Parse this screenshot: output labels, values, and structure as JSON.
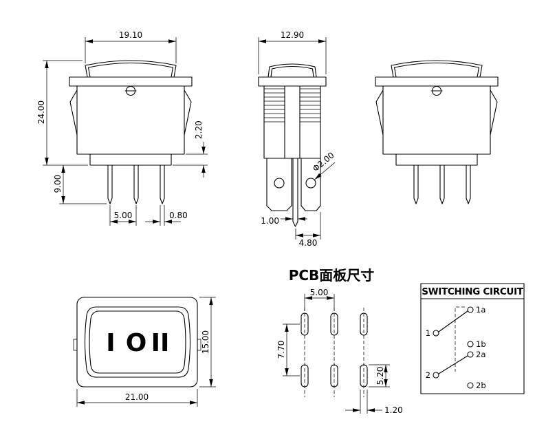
{
  "front_view": {
    "dim_rocker_width": "19.10",
    "dim_body_height": "24.00",
    "dim_pin_length": "9.00",
    "dim_step_height": "2.20",
    "dim_pin_pitch": "5.00",
    "dim_pin_thickness": "0.80"
  },
  "side_view": {
    "dim_width": "12.90",
    "dim_hole_diameter": "Φ2.00",
    "dim_pin_width": "1.00",
    "dim_pin_to_edge": "4.80"
  },
  "face_view": {
    "dim_width": "21.00",
    "dim_height": "15.00",
    "marking_left": "I",
    "marking_center": "O",
    "marking_right": "II"
  },
  "pcb_view": {
    "title": "PCB面板尺寸",
    "dim_pad_pitch": "5.00",
    "dim_row_pitch": "7.70",
    "dim_pad_length": "5.20",
    "dim_pad_width": "1.20"
  },
  "circuit_view": {
    "title": "SWITCHING CIRCUIT",
    "labels": {
      "t1a": "1a",
      "t1": "1",
      "t1b": "1b",
      "t2a": "2a",
      "t2": "2",
      "t2b": "2b"
    }
  }
}
